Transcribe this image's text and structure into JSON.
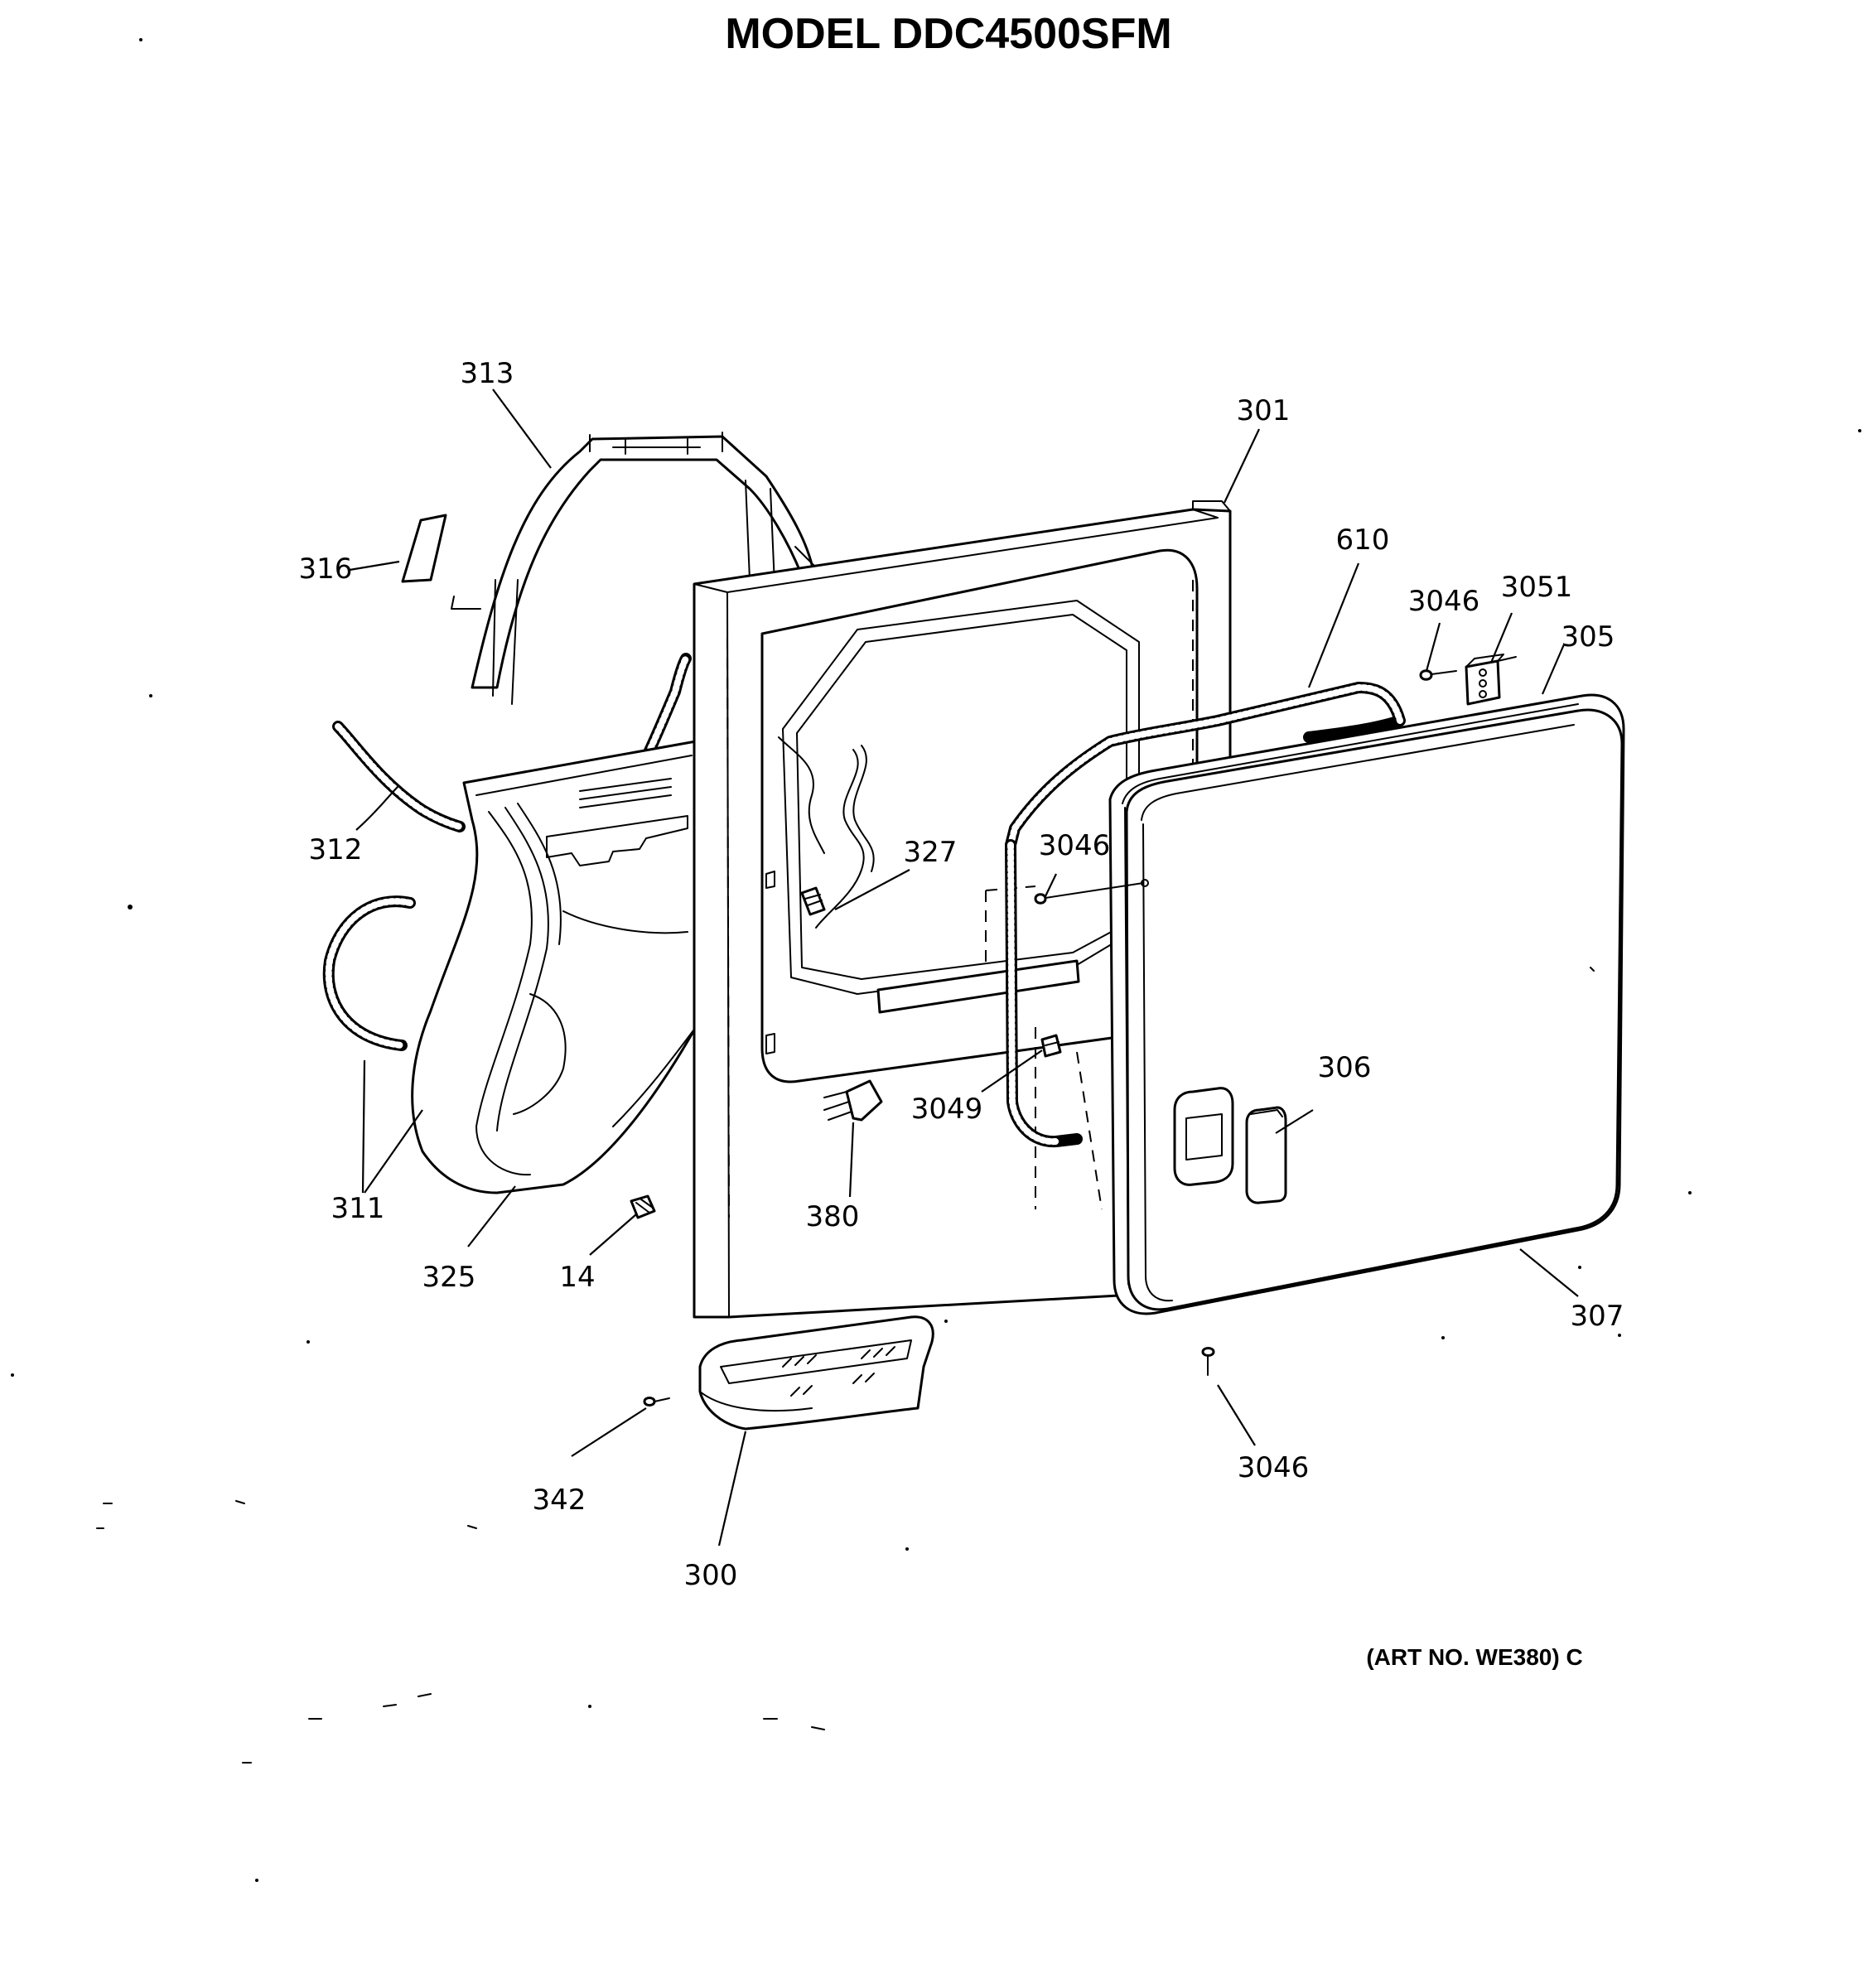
{
  "title": "MODEL DDC4500SFM",
  "art_number": "(ART NO. WE380) C",
  "callouts": {
    "p313": "313",
    "p316": "316",
    "p312": "312",
    "p311": "311",
    "p325": "325",
    "p14": "14",
    "p301": "301",
    "p327": "327",
    "p380": "380",
    "p3049": "3049",
    "p342": "342",
    "p300": "300",
    "p610": "610",
    "p3046_top": "3046",
    "p3051": "3051",
    "p305": "305",
    "p3046_mid": "3046",
    "p306": "306",
    "p307": "307",
    "p3046_bottom": "3046"
  }
}
